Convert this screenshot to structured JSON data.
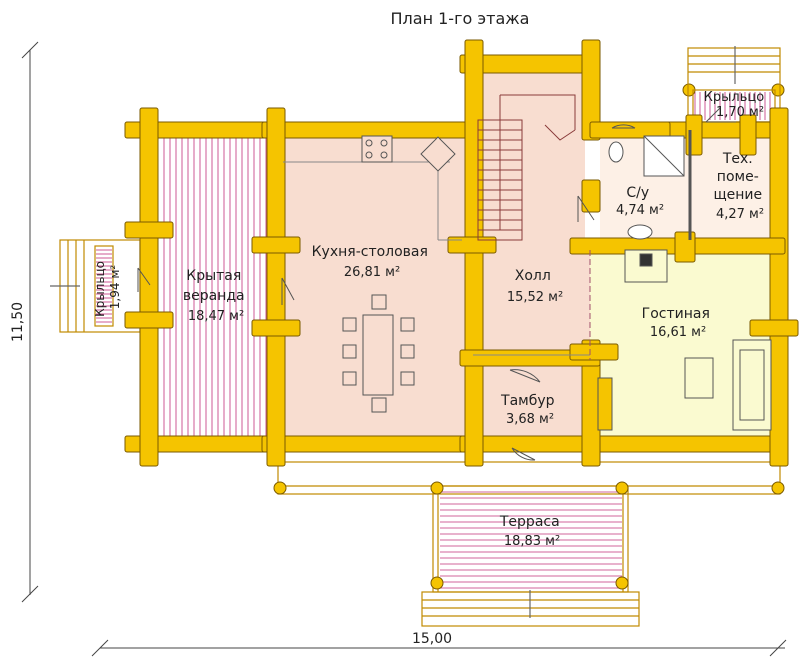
{
  "title": "План 1-го этажа",
  "dimensions": {
    "width": "15,00",
    "height": "11,50"
  },
  "rooms": [
    {
      "id": "veranda",
      "name_lines": [
        "Крытая",
        "веранда"
      ],
      "area": "18,47 м²"
    },
    {
      "id": "kitchen",
      "name_lines": [
        "Кухня-столовая"
      ],
      "area": "26,81 м²"
    },
    {
      "id": "hall",
      "name_lines": [
        "Холл"
      ],
      "area": "15,52 м²"
    },
    {
      "id": "wc",
      "name_lines": [
        "С/у"
      ],
      "area": "4,74 м²"
    },
    {
      "id": "tech",
      "name_lines": [
        "Тех.",
        "поме-",
        "щение"
      ],
      "area": "4,27 м²"
    },
    {
      "id": "living",
      "name_lines": [
        "Гостиная"
      ],
      "area": "16,61 м²"
    },
    {
      "id": "tambur",
      "name_lines": [
        "Тамбур"
      ],
      "area": "3,68 м²"
    },
    {
      "id": "terrace",
      "name_lines": [
        "Терраса"
      ],
      "area": "18,83 м²"
    },
    {
      "id": "porch-left",
      "name_lines": [
        "Крыльцо"
      ],
      "area": "1,94 м²"
    },
    {
      "id": "porch-top",
      "name_lines": [
        "Крыльцо"
      ],
      "area": "1,70 м²"
    }
  ],
  "colors": {
    "log": "#f5c400",
    "log_outline": "#7a5a00",
    "kitchen_hall": "#f8ddd0",
    "living": "#fafad0",
    "wc_tech": "#fdf0e6",
    "deck": "#c0307a",
    "line": "#666666"
  }
}
